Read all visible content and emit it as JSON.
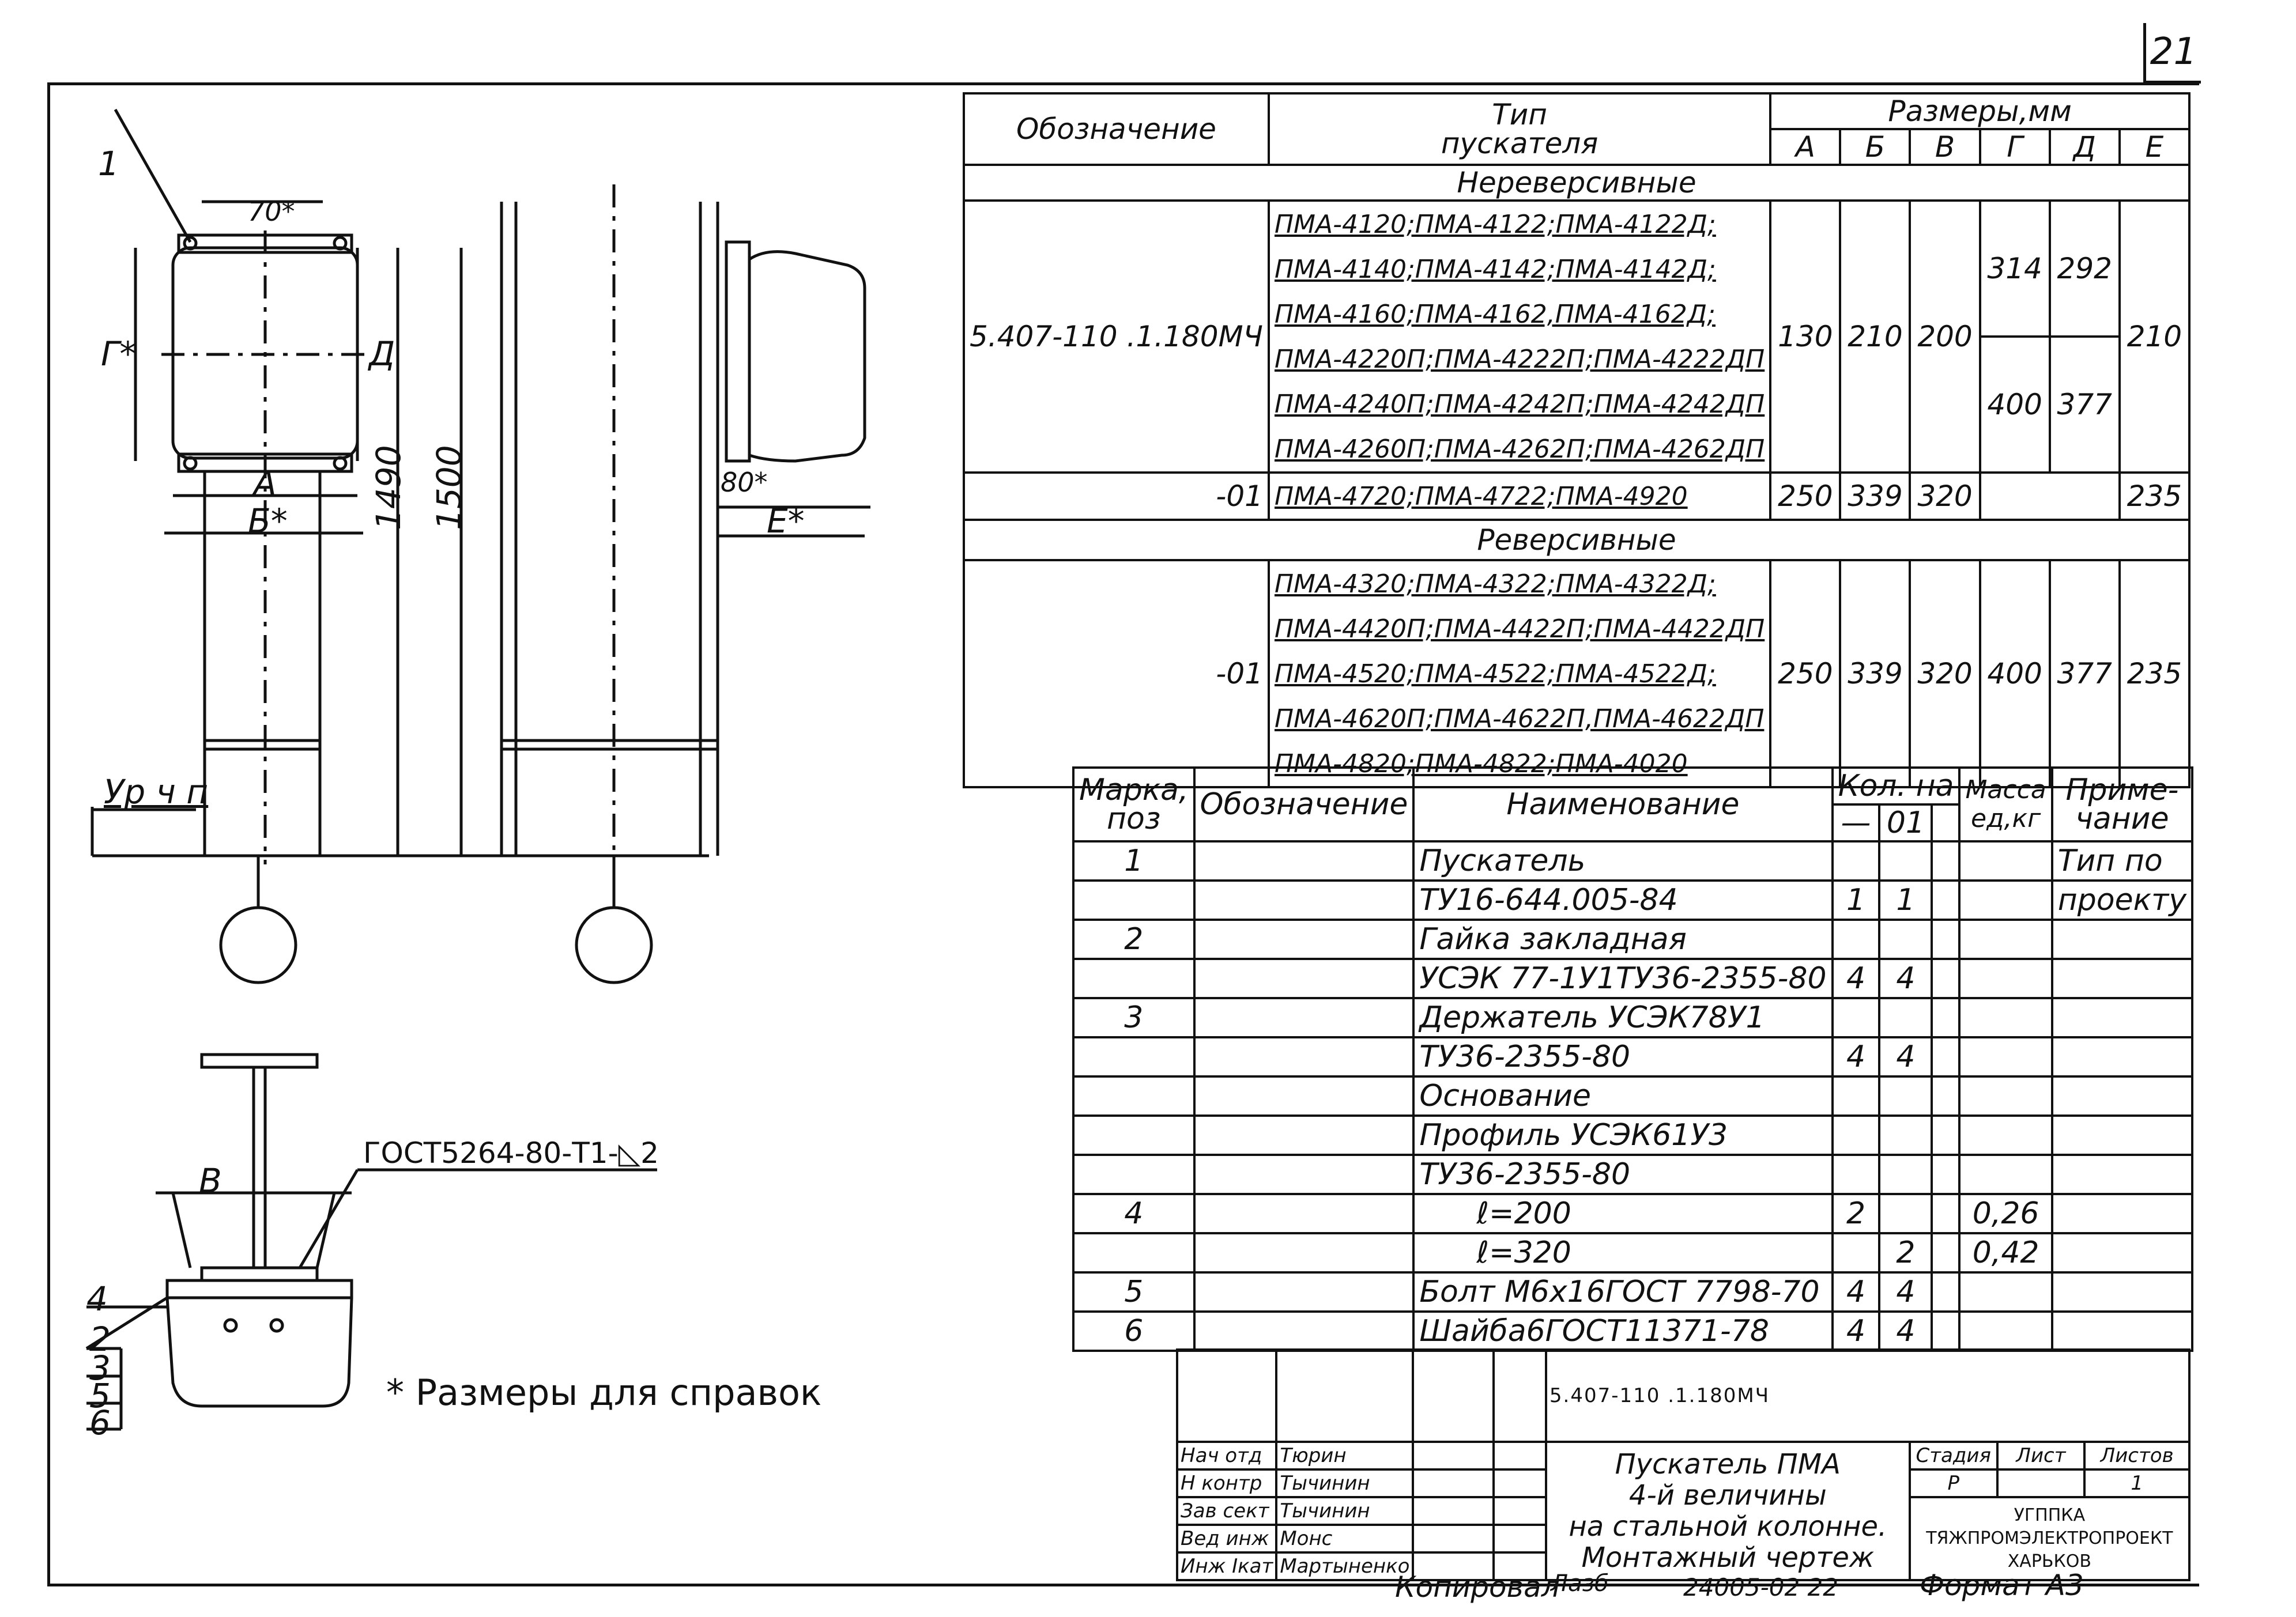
{
  "sheet_number": "21",
  "drawing_labels": {
    "leader_1": "1",
    "dim_70": "70*",
    "dim_G": "Г*",
    "dim_D": "Д",
    "dim_A": "A",
    "dim_B": "Б*",
    "dim_1490": "1490",
    "dim_1500": "1500",
    "dim_80": "80*",
    "dim_E": "E*",
    "level_mark": "Ур ч п",
    "dim_V": "B",
    "gost_weld": "ГОСТ5264-80-Т1-◺2",
    "leaders": [
      "4",
      "2",
      "3",
      "5",
      "6"
    ],
    "note": "* Размеры для справок"
  },
  "sizes_table": {
    "headers": {
      "designation": "Обозначение",
      "type_line1": "Тип",
      "type_line2": "пускателя",
      "sizes": "Размеры,мм",
      "cols": [
        "A",
        "Б",
        "B",
        "Г",
        "Д",
        "E"
      ]
    },
    "section1": "Нереверсивные",
    "section2": "Реверсивные",
    "row1": {
      "designation": "5.407-110      .1.180МЧ",
      "types": [
        "ПМА-4120;ПМА-4122;ПМА-4122Д;",
        "ПМА-4140;ПМА-4142;ПМА-4142Д;",
        "ПМА-4160;ПМА-4162,ПМА-4162Д;",
        "ПМА-4220П;ПМА-4222П;ПМА-4222ДП",
        "ПМА-4240П;ПМА-4242П;ПМА-4242ДП",
        "ПМА-4260П;ПМА-4262П;ПМА-4262ДП"
      ],
      "A": "130",
      "B6": "210",
      "V": "200",
      "G1": "314",
      "D1": "292",
      "G2": "400",
      "D2": "377",
      "E": "210"
    },
    "row2": {
      "designation": "-01",
      "types": [
        "ПМА-4720;ПМА-4722;ПМА-4920"
      ],
      "A": "250",
      "B6": "339",
      "V": "320",
      "E": "235"
    },
    "row3": {
      "designation": "-01",
      "types": [
        "ПМА-4320;ПМА-4322;ПМА-4322Д;",
        "ПМА-4420П;ПМА-4422П;ПМА-4422ДП",
        "ПМА-4520;ПМА-4522;ПМА-4522Д;",
        "ПМА-4620П;ПМА-4622П,ПМА-4622ДП",
        "ПМА-4820;ПМА-4822;ПМА-4020"
      ],
      "A": "250",
      "B6": "339",
      "V": "320",
      "G": "400",
      "D": "377",
      "E": "235"
    }
  },
  "spec_table": {
    "headers": {
      "mark": "Марка,\nпоз",
      "designation": "Обозначение",
      "name": "Наименование",
      "qty": "Кол. на",
      "qty_a": "—",
      "qty_b": "01",
      "mass": "Масса\nед,кг",
      "note": "Приме-\nчание"
    },
    "rows": [
      {
        "pos": "1",
        "name": "Пускатель",
        "q1": "",
        "q2": "",
        "mass": "",
        "note": "Тип по"
      },
      {
        "pos": "",
        "name": "ТУ16-644.005-84",
        "q1": "1",
        "q2": "1",
        "mass": "",
        "note": "проекту"
      },
      {
        "pos": "2",
        "name": "Гайка закладная",
        "q1": "",
        "q2": "",
        "mass": "",
        "note": ""
      },
      {
        "pos": "",
        "name": "УСЭК 77-1У1ТУ36-2355-80",
        "q1": "4",
        "q2": "4",
        "mass": "",
        "note": ""
      },
      {
        "pos": "3",
        "name": "Держатель УСЭК78У1",
        "q1": "",
        "q2": "",
        "mass": "",
        "note": ""
      },
      {
        "pos": "",
        "name": "ТУ36-2355-80",
        "q1": "4",
        "q2": "4",
        "mass": "",
        "note": ""
      },
      {
        "pos": "",
        "name": "Основание",
        "q1": "",
        "q2": "",
        "mass": "",
        "note": ""
      },
      {
        "pos": "",
        "name": "Профиль УСЭК61У3",
        "q1": "",
        "q2": "",
        "mass": "",
        "note": ""
      },
      {
        "pos": "",
        "name": "ТУ36-2355-80",
        "q1": "",
        "q2": "",
        "mass": "",
        "note": ""
      },
      {
        "pos": "4",
        "name": "      ℓ=200",
        "q1": "2",
        "q2": "",
        "mass": "0,26",
        "note": ""
      },
      {
        "pos": "",
        "name": "      ℓ=320",
        "q1": "",
        "q2": "2",
        "mass": "0,42",
        "note": ""
      },
      {
        "pos": "5",
        "name": "Болт М6х16ГОСТ 7798-70",
        "q1": "4",
        "q2": "4",
        "mass": "",
        "note": ""
      },
      {
        "pos": "6",
        "name": "Шайба6ГОСТ11371-78",
        "q1": "4",
        "q2": "4",
        "mass": "",
        "note": ""
      }
    ]
  },
  "title_block": {
    "code": "5.407-110 .1.180МЧ",
    "title_lines": [
      "Пускатель ПМА",
      "4-й величины",
      "на стальной колонне.",
      "Монтажный чертеж"
    ],
    "roles": [
      {
        "role": "Нач отд",
        "name": "Тюрин"
      },
      {
        "role": "Н контр",
        "name": "Тычинин"
      },
      {
        "role": "Зав сект",
        "name": "Тычинин"
      },
      {
        "role": "Вед инж",
        "name": "Монс"
      },
      {
        "role": "Инж Iкат",
        "name": "Мартыненко"
      }
    ],
    "stage_label": "Стадия",
    "sheet_label": "Лист",
    "sheets_label": "Листов",
    "stage": "Р",
    "sheet": "",
    "sheets": "1",
    "org_lines": [
      "УГППКА",
      "ТЯЖПРОМЭЛЕКТРОПРОЕКТ",
      "ХАРЬКОВ"
    ],
    "copied": "Копировал",
    "copied_sign": "Лазб",
    "order_no": "24005-02  22",
    "format": "Формат А3"
  }
}
